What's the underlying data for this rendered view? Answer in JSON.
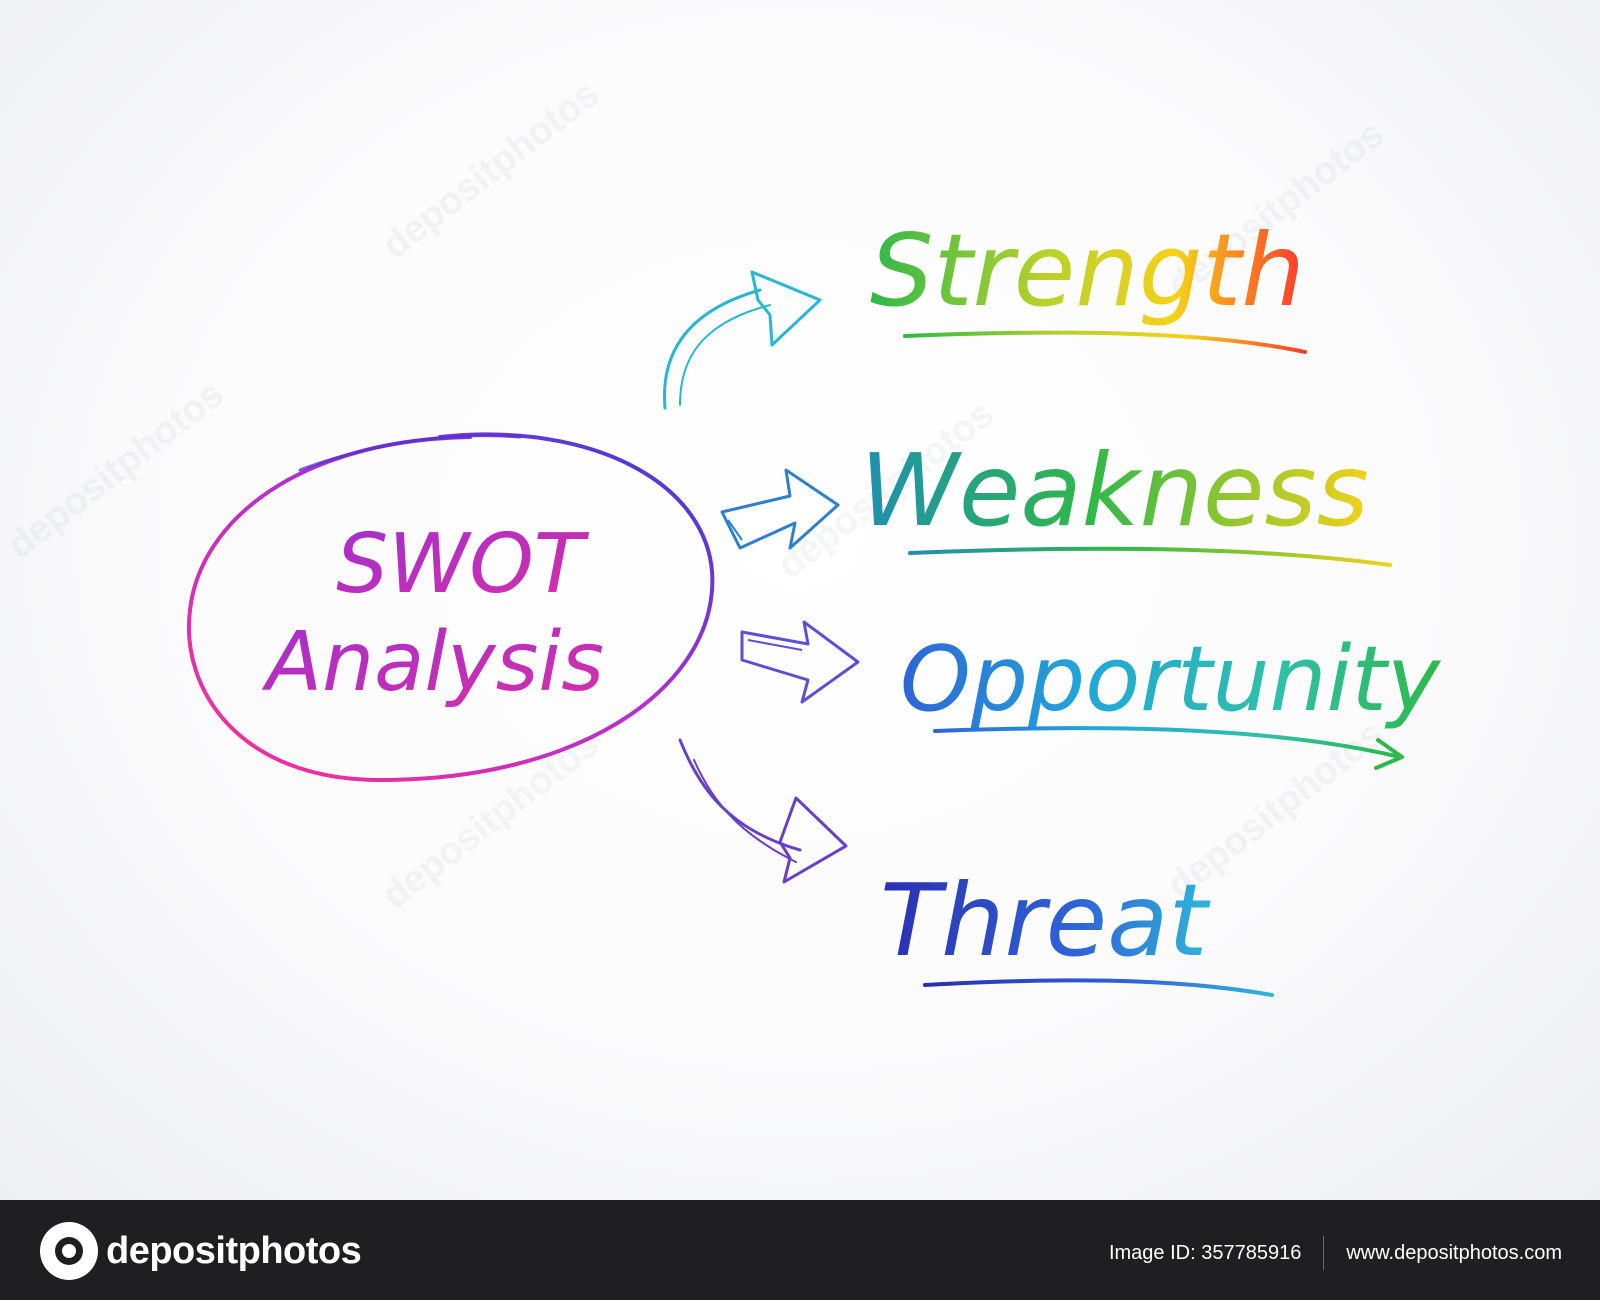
{
  "diagram": {
    "center": {
      "line1": "SWOT",
      "line2": "Analysis"
    },
    "branches": [
      {
        "label": "Strength"
      },
      {
        "label": "Weakness"
      },
      {
        "label": "Opportunity"
      },
      {
        "label": "Threat"
      }
    ],
    "colors": {
      "ellipse_start": "#ff2f92",
      "ellipse_end": "#2f3fd8",
      "swot_text": "#9b2fbf",
      "analysis_text": "#d52fb0",
      "arrow_1": "#29b6d6",
      "arrow_2": "#2e7fd0",
      "arrow_3": "#5a4fd6",
      "arrow_4": "#6a3fc8"
    }
  },
  "watermark": {
    "text": "depositphotos"
  },
  "footer": {
    "brand": "depositphotos",
    "image_id": "Image ID: 357785916",
    "url": "www.depositphotos.com"
  }
}
